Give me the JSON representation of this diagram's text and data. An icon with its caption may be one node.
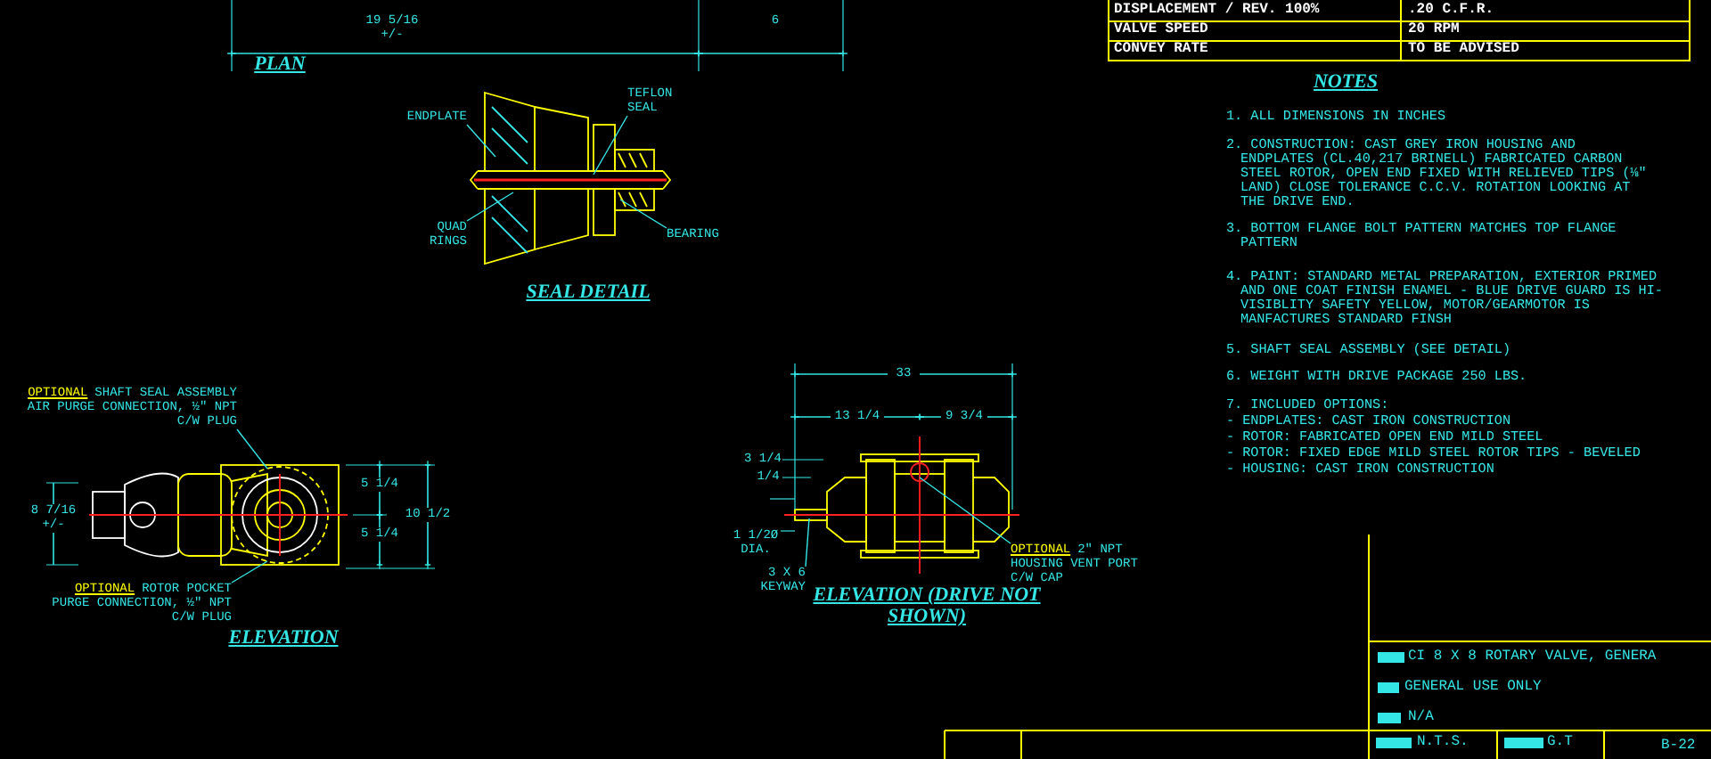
{
  "diagram": {
    "nodes": [
      {
        "text": [
          "ENDPLATE"
        ]
      },
      {
        "text": [
          "TEFLON SEAL"
        ]
      },
      {
        "text": [
          "QUAD RINGS"
        ]
      },
      {
        "text": [
          "BEARING"
        ]
      },
      {
        "text": [
          "OPTIONAL",
          "SHAFT SEAL ASSEMBLY AIR PURGE CONNECTION, ½\" NPT C/W PLUG"
        ]
      },
      {
        "text": [
          "OPTIONAL",
          "ROTOR POCKET PURGE CONNECTION, ½\" NPT C/W PLUG"
        ]
      },
      {
        "text": [
          "OPTIONAL",
          "2\" NPT HOUSING VENT PORT C/W CAP"
        ]
      },
      {
        "text": [
          "3 X 6 KEYWAY"
        ]
      },
      {
        "text": [],
        "shape": "picture"
      },
      {
        "text": [],
        "shape": "picture",
        "beside": [
          "SEAL DETAIL"
        ]
      },
      {
        "text": [],
        "shape": "picture",
        "beside": [
          "ELEVATION (DRIVE NOT SHOWN)"
        ]
      }
    ],
    "edges": [
      {
        "from": 0,
        "to": 9,
        "arrow": "none"
      },
      {
        "from": 1,
        "to": 9,
        "arrow": "none"
      },
      {
        "from": 2,
        "to": 9,
        "arrow": "none"
      },
      {
        "from": 3,
        "to": 9,
        "arrow": "none"
      },
      {
        "from": 4,
        "to": 8,
        "arrow": "none"
      },
      {
        "from": 5,
        "to": 8,
        "arrow": "none"
      },
      {
        "from": 6,
        "to": 10,
        "arrow": "none"
      },
      {
        "from": 7,
        "to": 10,
        "arrow": "none"
      }
    ],
    "labels": [
      "19 5/16 +/-",
      "6",
      "PLAN",
      "DISPLACEMENT / REV. 100%",
      ".20 C.F.R.",
      "VALVE SPEED",
      "20 RPM",
      "CONVEY RATE",
      "TO BE ADVISED",
      "NOTES",
      "1. ALL DIMENSIONS IN INCHES",
      "2. CONSTRUCTION: CAST GREY IRON HOUSING AND ENDPLATES (CL.40,217 BRINELL) FABRICATED CARBON STEEL ROTOR, OPEN END FIXED WITH RELIEVED TIPS (⅛\" LAND) CLOSE TOLERANCE C.C.V. ROTATION LOOKING AT THE DRIVE END.",
      "3. BOTTOM FLANGE BOLT PATTERN MATCHES TOP FLANGE PATTERN",
      "4. PAINT: STANDARD METAL PREPARATION, EXTERIOR PRIMED AND ONE COAT FINISH ENAMEL - BLUE DRIVE GUARD IS HI-VISIBLITY SAFETY YELLOW, MOTOR/GEARMOTOR IS MANFACTURES STANDARD FINSH",
      "5. SHAFT SEAL ASSEMBLY (SEE DETAIL)",
      "6. WEIGHT WITH DRIVE PACKAGE 250 LBS.",
      "7. INCLUDED OPTIONS:",
      "- ENDPLATES: CAST IRON CONSTRUCTION",
      "- ROTOR: FABRICATED OPEN END MILD STEEL",
      "- ROTOR: FIXED EDGE MILD STEEL ROTOR TIPS - BEVELED",
      "- HOUSING: CAST IRON CONSTRUCTION",
      "8 7/16 +/-",
      "5 1/4",
      "5 1/4",
      "10 1/2",
      "ELEVATION",
      "33",
      "13 1/4",
      "9 3/4",
      "3 1/4",
      "1/4",
      "1 1/2Ø DIA.",
      "CI 8 X 8 ROTARY VALVE, GENERA",
      "GENERAL USE ONLY",
      "N/A",
      "N.T.S.",
      "G.T",
      "B-22"
    ]
  }
}
